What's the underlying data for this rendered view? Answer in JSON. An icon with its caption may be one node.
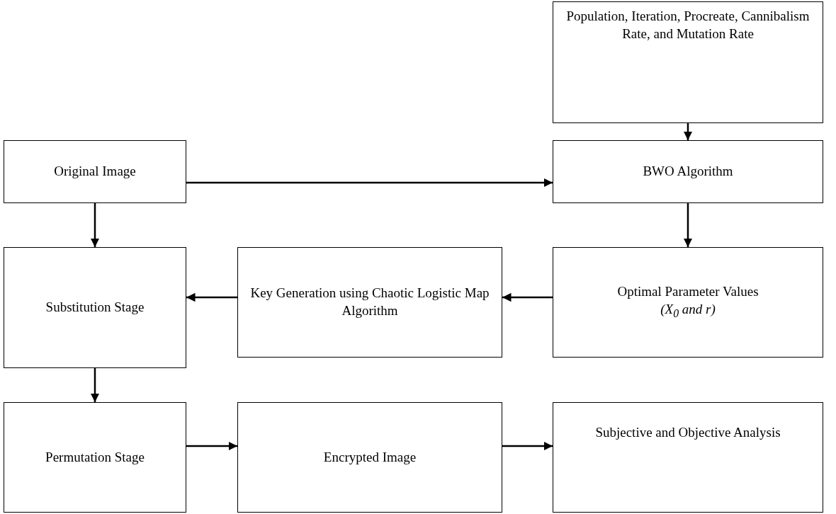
{
  "diagram": {
    "nodes": [
      {
        "text": [
          "Population, Iteration, Procreate, Cannibalism Rate, and Mutation Rate"
        ]
      },
      {
        "text": [
          "Original Image"
        ]
      },
      {
        "text": [
          "BWO Algorithm"
        ]
      },
      {
        "text": [
          "Substitution Stage"
        ]
      },
      {
        "text": [
          "Key Generation using Chaotic Logistic Map Algorithm"
        ]
      },
      {
        "text": [
          "Optimal Parameter Values",
          "(X$_{0}$ and r)"
        ]
      },
      {
        "text": [
          "Permutation Stage"
        ]
      },
      {
        "text": [
          "Encrypted Image"
        ]
      },
      {
        "text": [
          "Subjective and Objective Analysis"
        ]
      }
    ],
    "edges": [
      {
        "from": 0,
        "to": 2,
        "arrow": "to"
      },
      {
        "from": 1,
        "to": 2,
        "arrow": "to"
      },
      {
        "from": 1,
        "to": 3,
        "arrow": "to"
      },
      {
        "from": 2,
        "to": 5,
        "arrow": "to"
      },
      {
        "from": 5,
        "to": 4,
        "arrow": "to"
      },
      {
        "from": 4,
        "to": 3,
        "arrow": "to"
      },
      {
        "from": 3,
        "to": 6,
        "arrow": "to"
      },
      {
        "from": 6,
        "to": 7,
        "arrow": "to"
      },
      {
        "from": 7,
        "to": 8,
        "arrow": "to"
      }
    ]
  }
}
